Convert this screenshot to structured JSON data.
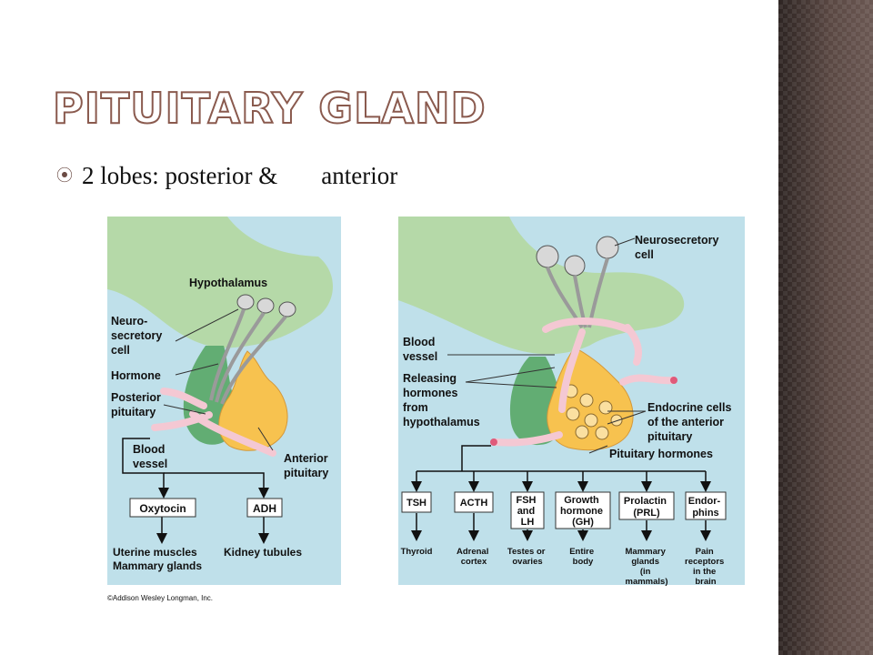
{
  "slide": {
    "title": "Pituitary gland",
    "bullet": {
      "text_a": "2 lobes: posterior &",
      "text_b": "anterior"
    }
  },
  "left_panel": {
    "labels": {
      "hypothalamus": "Hypothalamus",
      "neuro": [
        "Neuro-",
        "secretory",
        "cell"
      ],
      "hormone": "Hormone",
      "posterior": [
        "Posterior",
        "pituitary"
      ],
      "blood": [
        "Blood",
        "vessel"
      ],
      "anterior": [
        "Anterior",
        "pituitary"
      ],
      "oxytocin": "Oxytocin",
      "adh": "ADH",
      "uterine": [
        "Uterine muscles",
        "Mammary glands"
      ],
      "kidney": "Kidney tubules"
    },
    "copyright": "©Addison Wesley Longman, Inc."
  },
  "right_panel": {
    "labels": {
      "neurosecretory": [
        "Neurosecretory",
        "cell"
      ],
      "blood": [
        "Blood",
        "vessel"
      ],
      "releasing": [
        "Releasing",
        "hormones",
        "from",
        "hypothalamus"
      ],
      "endocrine": [
        "Endocrine cells",
        "of the anterior",
        "pituitary"
      ],
      "pituitary_hormones": "Pituitary hormones"
    },
    "hormones": [
      {
        "name": [
          "TSH"
        ],
        "target": [
          "Thyroid"
        ]
      },
      {
        "name": [
          "ACTH"
        ],
        "target": [
          "Adrenal",
          "cortex"
        ]
      },
      {
        "name": [
          "FSH",
          "and",
          "LH"
        ],
        "target": [
          "Testes or",
          "ovaries"
        ]
      },
      {
        "name": [
          "Growth",
          "hormone",
          "(GH)"
        ],
        "target": [
          "Entire",
          "body"
        ]
      },
      {
        "name": [
          "Prolactin",
          "(PRL)"
        ],
        "target": [
          "Mammary",
          "glands",
          "(in",
          "mammals)"
        ]
      },
      {
        "name": [
          "Endor-",
          "phins"
        ],
        "target": [
          "Pain",
          "receptors",
          "in the",
          "brain"
        ]
      }
    ]
  },
  "colors": {
    "panel_bg": "#bfe0ea",
    "hypothalamus": "#b5d9a8",
    "posterior_lobe": "#62ad73",
    "anterior_lobe": "#f7c24f",
    "vessel": "#f4c8d3",
    "neuron": "#d8d8d8",
    "title_outline": "#8a5a4e"
  }
}
